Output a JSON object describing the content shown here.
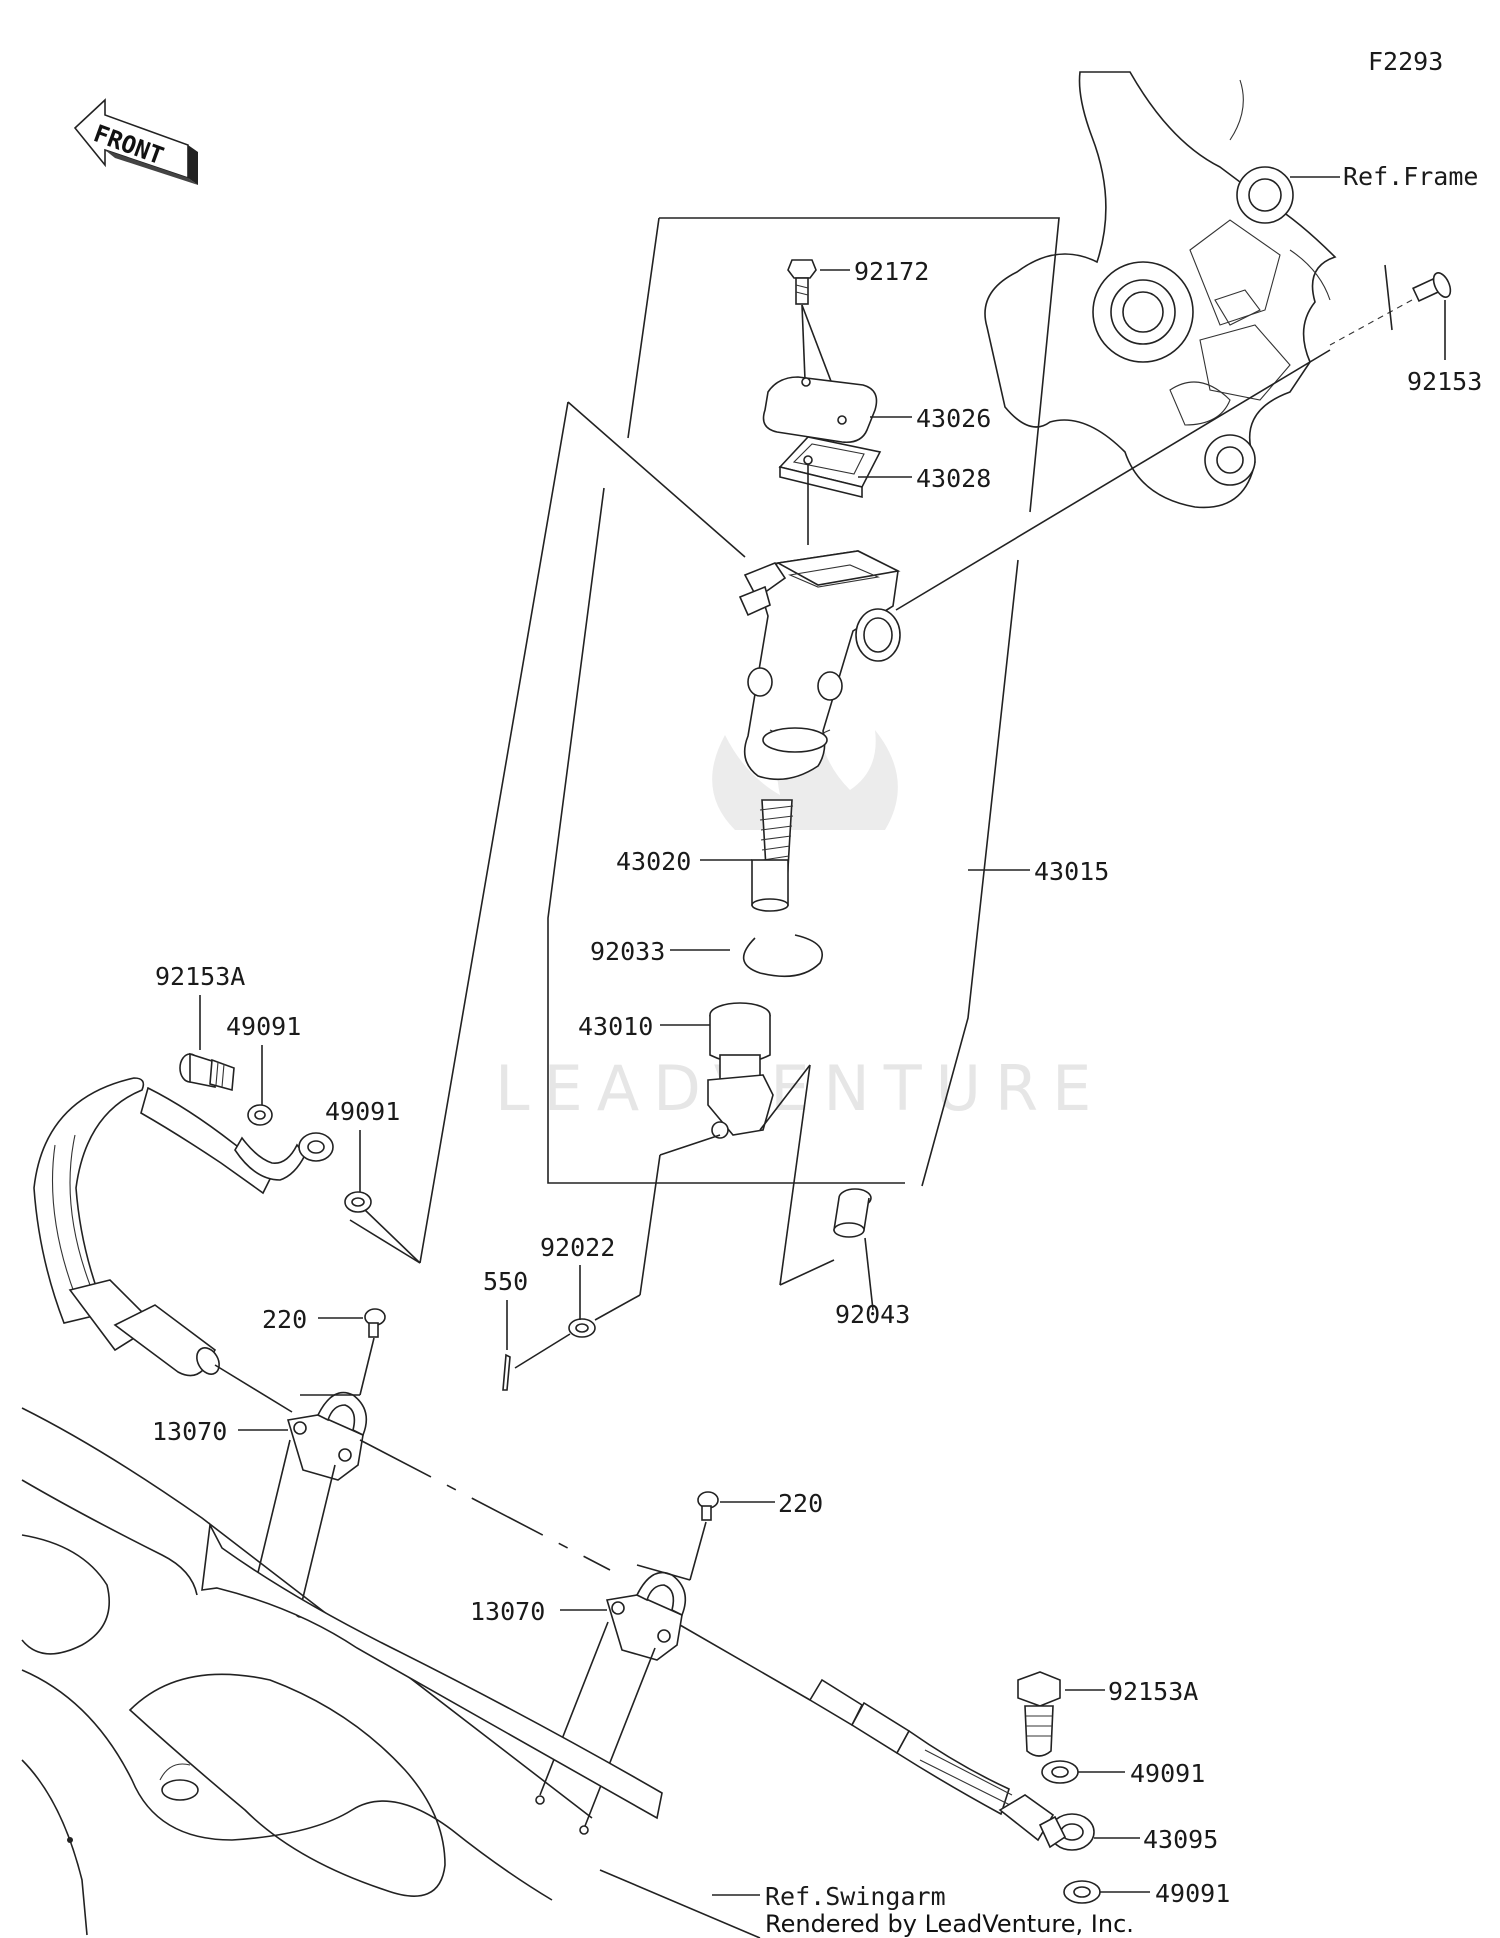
{
  "diagram": {
    "figure_code": "F2293",
    "front_label": "FRONT",
    "watermark": "LEADVENTURE",
    "credit": "Rendered by LeadVenture, Inc.",
    "refs": {
      "frame": "Ref.Frame",
      "swingarm": "Ref.Swingarm"
    },
    "parts": [
      {
        "id": "p92172",
        "number": "92172"
      },
      {
        "id": "p43026",
        "number": "43026"
      },
      {
        "id": "p43028",
        "number": "43028"
      },
      {
        "id": "p92153",
        "number": "92153"
      },
      {
        "id": "p43020",
        "number": "43020"
      },
      {
        "id": "p43015",
        "number": "43015"
      },
      {
        "id": "p92033",
        "number": "92033"
      },
      {
        "id": "p43010",
        "number": "43010"
      },
      {
        "id": "p92153A_top",
        "number": "92153A"
      },
      {
        "id": "p49091_a",
        "number": "49091"
      },
      {
        "id": "p49091_b",
        "number": "49091"
      },
      {
        "id": "p92022",
        "number": "92022"
      },
      {
        "id": "p550",
        "number": "550"
      },
      {
        "id": "p92043",
        "number": "92043"
      },
      {
        "id": "p220_a",
        "number": "220"
      },
      {
        "id": "p13070_a",
        "number": "13070"
      },
      {
        "id": "p220_b",
        "number": "220"
      },
      {
        "id": "p13070_b",
        "number": "13070"
      },
      {
        "id": "p92153A_bot",
        "number": "92153A"
      },
      {
        "id": "p49091_c",
        "number": "49091"
      },
      {
        "id": "p43095",
        "number": "43095"
      },
      {
        "id": "p49091_d",
        "number": "49091"
      }
    ]
  }
}
